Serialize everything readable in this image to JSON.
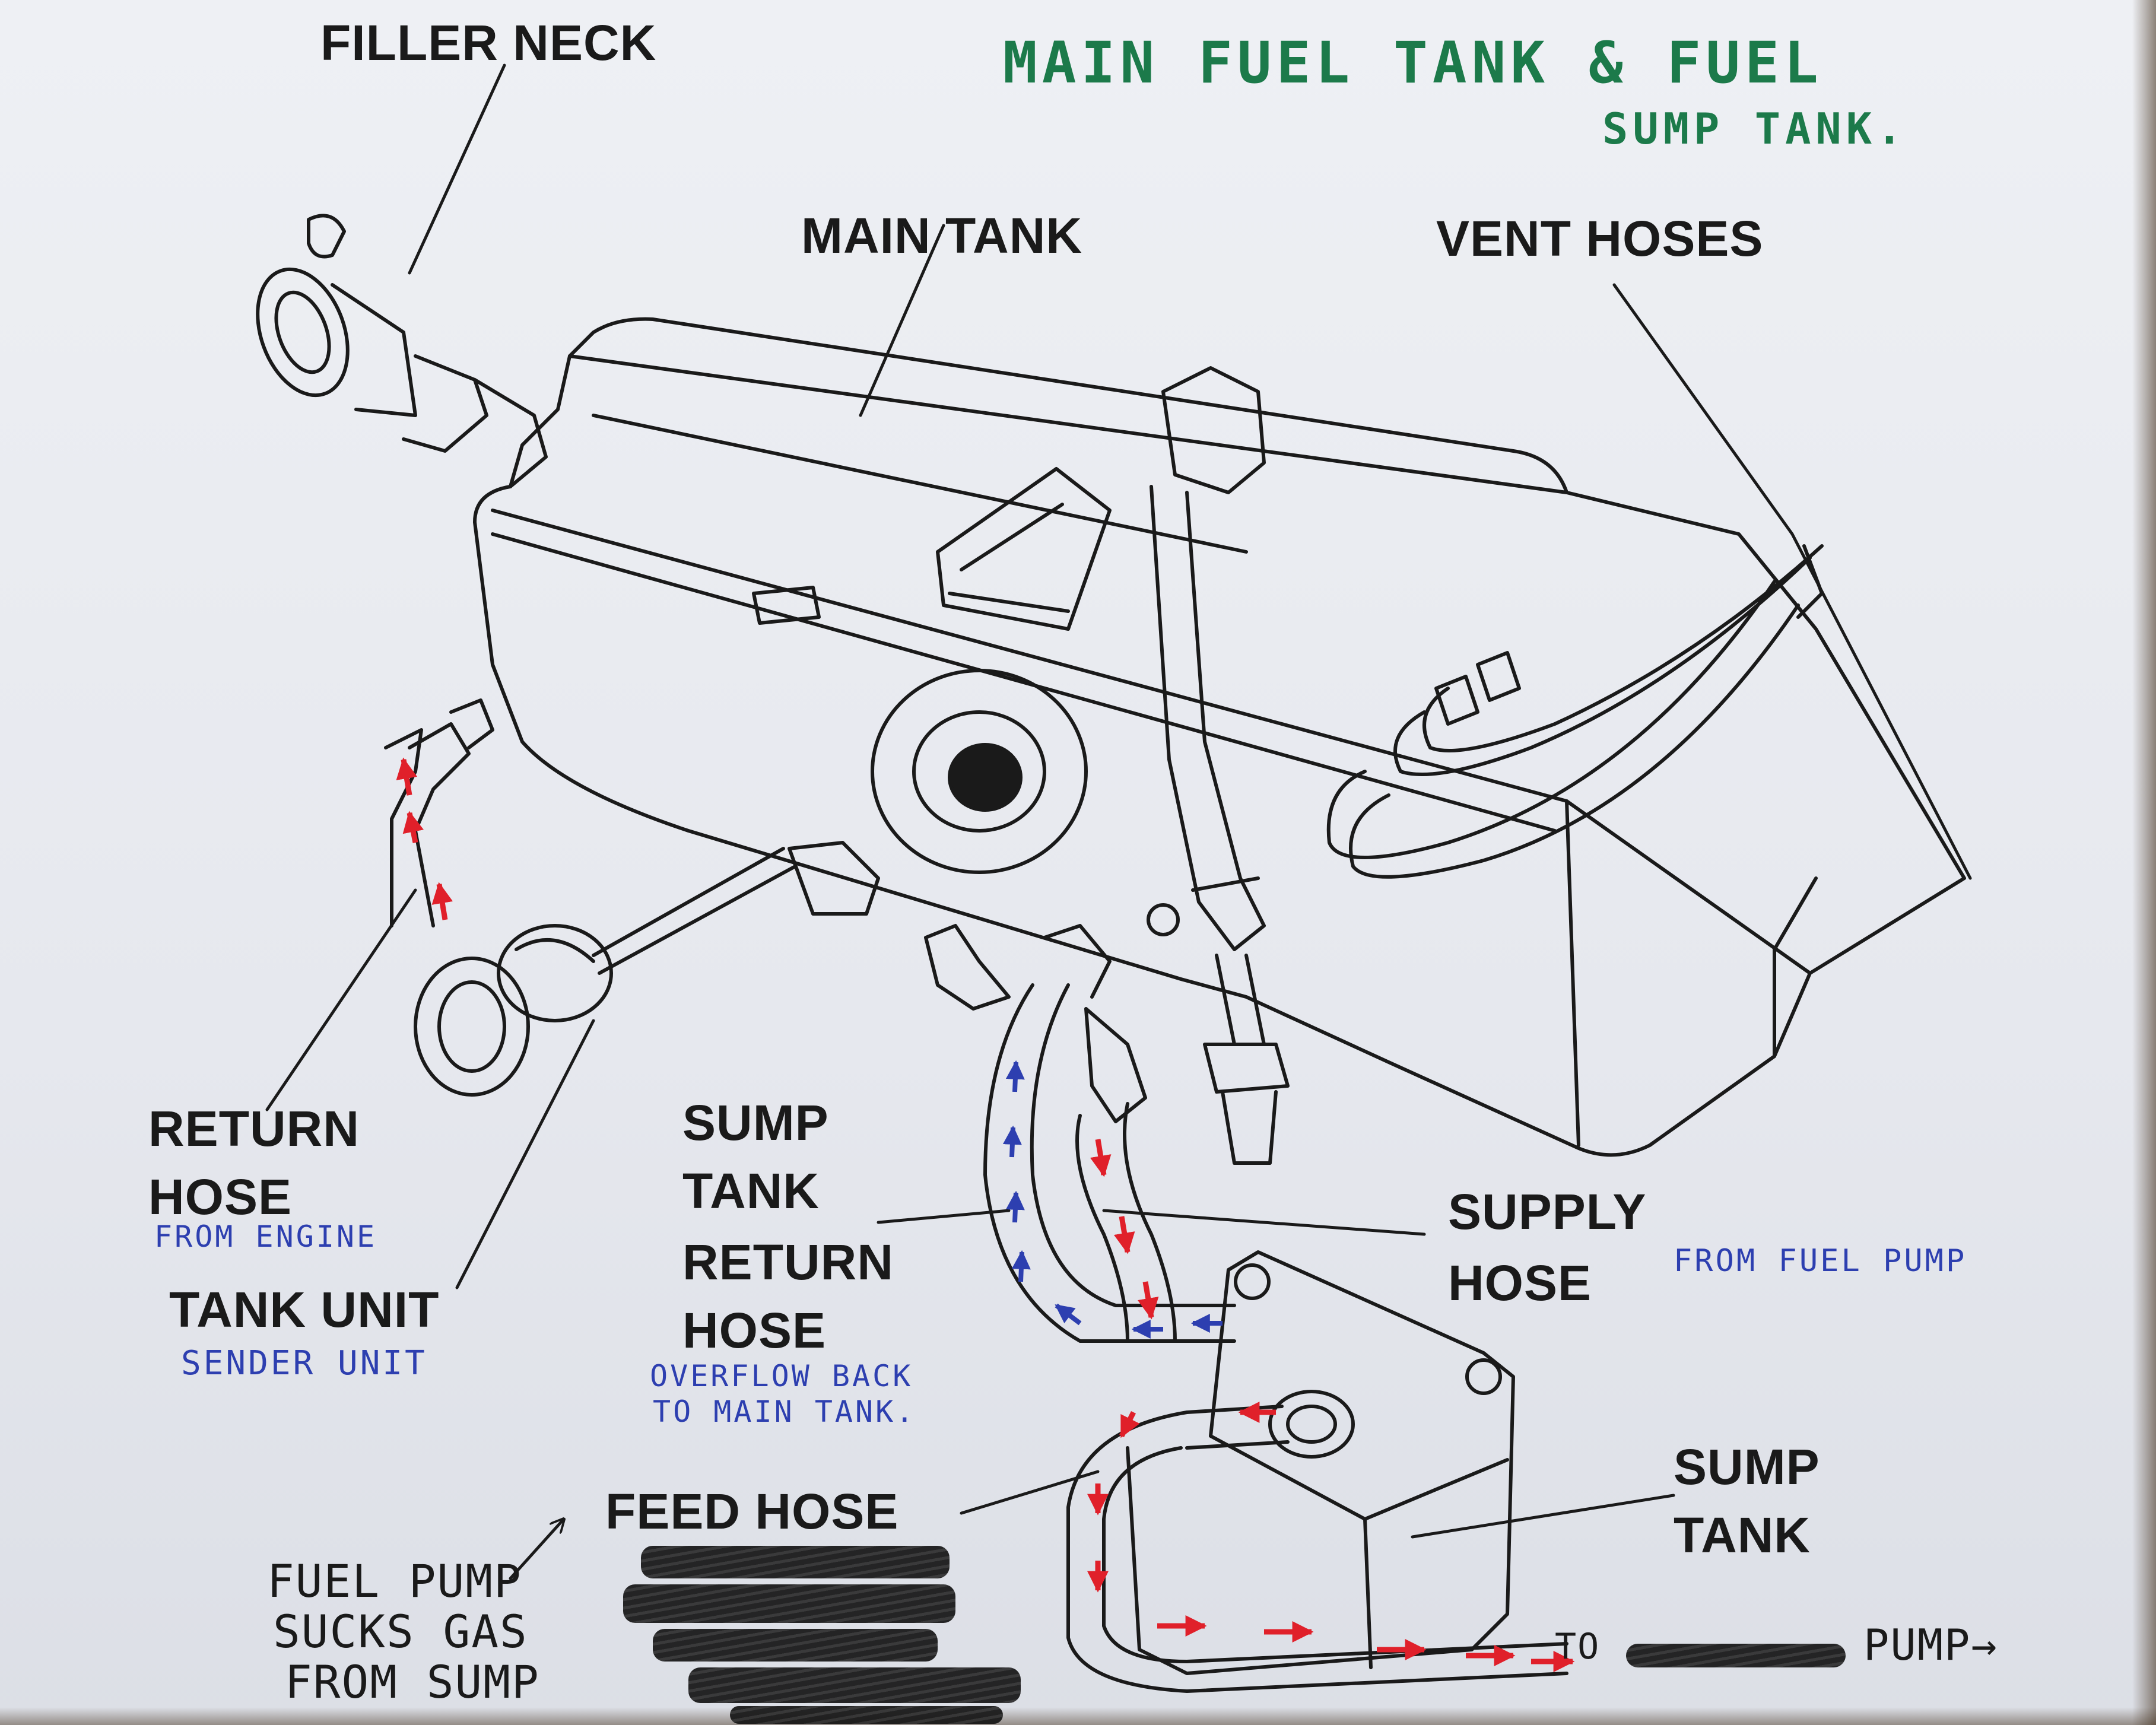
{
  "title": {
    "line1": "MAIN FUEL TANK & FUEL",
    "line2": "SUMP TANK."
  },
  "labels": {
    "filler_neck": "FILLER NECK",
    "main_tank": "MAIN TANK",
    "vent_hoses": "VENT HOSES",
    "return_hose_1": "RETURN",
    "return_hose_2": "HOSE",
    "tank_unit": "TANK UNIT",
    "sump_tank_return_hose_1": "SUMP",
    "sump_tank_return_hose_2": "TANK",
    "sump_tank_return_hose_3": "RETURN",
    "sump_tank_return_hose_4": "HOSE",
    "supply_hose_1": "SUPPLY",
    "supply_hose_2": "HOSE",
    "feed_hose": "FEED HOSE",
    "sump_tank_1": "SUMP",
    "sump_tank_2": "TANK"
  },
  "notes": {
    "from_engine": "FROM ENGINE",
    "sender_unit": "SENDER UNIT",
    "from_fuel_pump": "FROM FUEL PUMP",
    "overflow_1": "OVERFLOW BACK",
    "overflow_2": "TO MAIN TANK.",
    "fuel_pump_1": "FUEL PUMP",
    "fuel_pump_2": "SUCKS GAS",
    "fuel_pump_3": "FROM SUMP",
    "to": "TO",
    "pump": "PUMP→"
  },
  "colors": {
    "ink": "#1a1a1a",
    "title_green": "#1c7a4a",
    "note_blue": "#2d3fb0",
    "arrow_red": "#e0202a",
    "arrow_blue": "#2d3fb0"
  }
}
